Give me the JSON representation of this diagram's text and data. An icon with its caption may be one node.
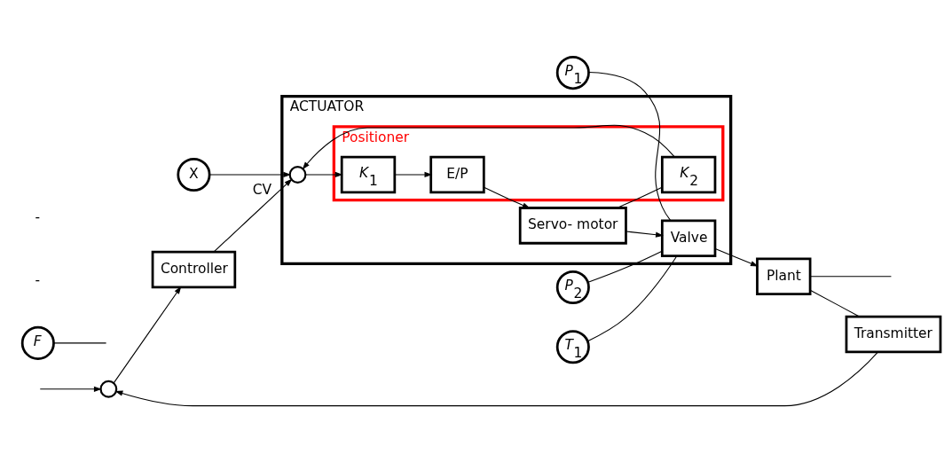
{
  "diagram": {
    "nodes": [
      {
        "text": [],
        "shape": "circle"
      },
      {
        "text": [
          "Controller"
        ]
      },
      {
        "text": [
          "ACTUATOR"
        ]
      },
      {
        "text": [],
        "shape": "circle",
        "in": 2
      },
      {
        "text": [
          "Positioner"
        ],
        "in": 2
      },
      {
        "text": [
          "*K*$_{1}$"
        ],
        "in": 4
      },
      {
        "text": [
          "E/P"
        ],
        "in": 4
      },
      {
        "text": [
          "*K*$_{2}$"
        ],
        "in": 4
      },
      {
        "text": [
          "Servo- motor"
        ],
        "in": 2
      },
      {
        "text": [
          "Valve"
        ],
        "in": 2
      },
      {
        "text": [
          "*P*$_{1}$"
        ]
      },
      {
        "text": [
          "*P*$_{2}$"
        ]
      },
      {
        "text": [
          "*F*"
        ]
      },
      {
        "text": [
          "Plant"
        ]
      },
      {
        "text": [
          "X"
        ]
      },
      {
        "text": [
          "*T*$_{1}$"
        ]
      },
      {
        "text": [
          "Transmitter"
        ]
      }
    ],
    "edges": [
      {
        "from": null,
        "to": 0,
        "arrow": "to"
      },
      {
        "from": 0,
        "to": 1,
        "arrow": "to"
      },
      {
        "from": 1,
        "to": 3,
        "arrow": "to",
        "label": "CV"
      },
      {
        "from": 3,
        "to": 5,
        "arrow": "to"
      },
      {
        "from": 5,
        "to": 6,
        "arrow": "to"
      },
      {
        "from": 6,
        "to": 8,
        "arrow": "to"
      },
      {
        "from": 8,
        "to": 9,
        "arrow": "to"
      },
      {
        "from": 8,
        "to": 7,
        "arrow": "none"
      },
      {
        "from": 7,
        "to": 3,
        "arrow": "to"
      },
      {
        "from": 14,
        "to": 3,
        "arrow": "to"
      },
      {
        "from": 10,
        "to": 9,
        "arrow": "none"
      },
      {
        "from": 11,
        "to": 9,
        "arrow": "none"
      },
      {
        "from": 15,
        "to": 9,
        "arrow": "none"
      },
      {
        "from": 9,
        "to": 13,
        "arrow": "to"
      },
      {
        "from": 12,
        "to": null,
        "arrow": "none"
      },
      {
        "from": 13,
        "to": null,
        "arrow": "none"
      },
      {
        "from": 13,
        "to": 16,
        "arrow": "none"
      },
      {
        "from": 16,
        "to": 0,
        "arrow": "to"
      }
    ],
    "labels": [
      "-",
      "-"
    ]
  }
}
